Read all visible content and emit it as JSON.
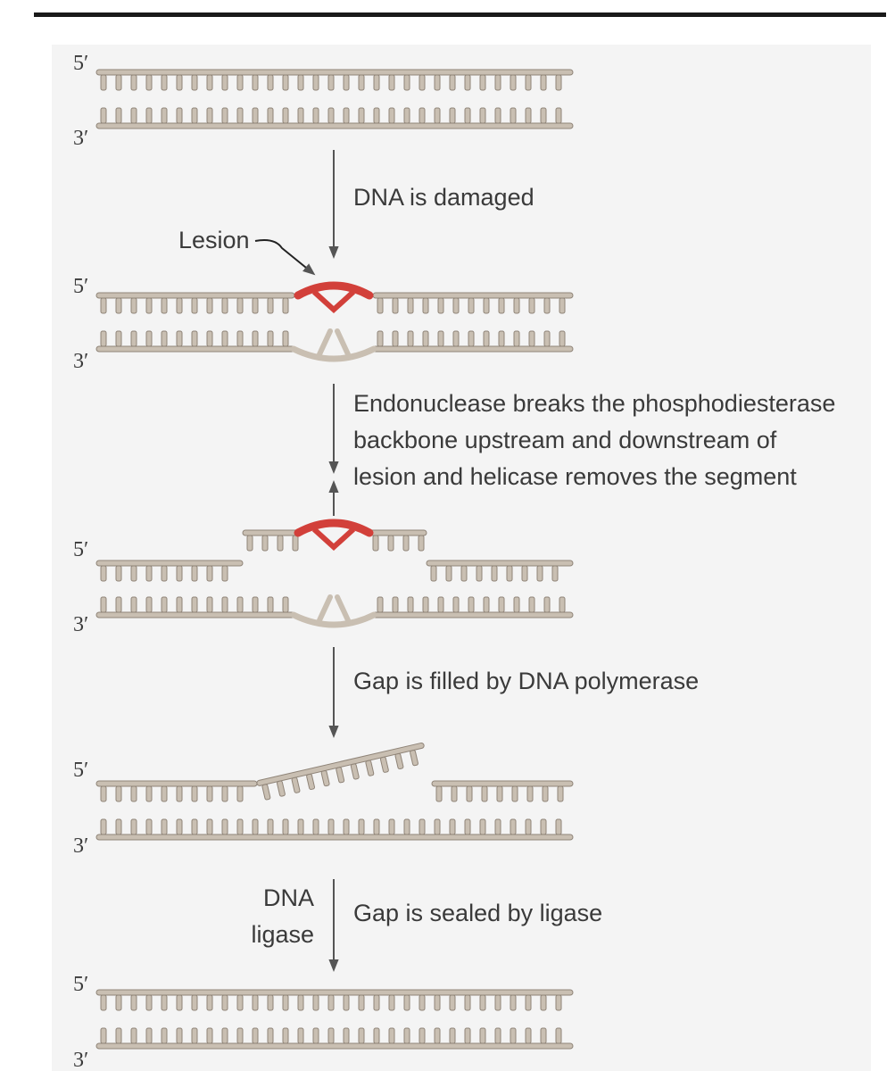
{
  "colors": {
    "backbone": "#c9bfb2",
    "backbone_edge": "#8f8478",
    "lesion": "#d2403a",
    "arrow": "#555555",
    "text": "#3a3a3a",
    "panel_background": "#f4f4f4",
    "top_rule": "#1a1a1a"
  },
  "strand_ends": {
    "five_prime": "5′",
    "three_prime": "3′"
  },
  "annotations": {
    "lesion_label": "Lesion",
    "ligase_label_line1": "DNA",
    "ligase_label_line2": "ligase"
  },
  "steps": [
    {
      "lines": [
        "DNA is damaged"
      ]
    },
    {
      "lines": [
        "Endonuclease breaks the phosphodiesterase",
        "backbone upstream and downstream of",
        "lesion and helicase removes the segment"
      ]
    },
    {
      "lines": [
        "Gap is filled by DNA polymerase"
      ]
    },
    {
      "lines": [
        "Gap is sealed by ligase"
      ]
    }
  ],
  "stages": [
    {
      "state": "intact"
    },
    {
      "state": "lesion"
    },
    {
      "state": "excised"
    },
    {
      "state": "polymerase-fill"
    },
    {
      "state": "ligated"
    }
  ]
}
